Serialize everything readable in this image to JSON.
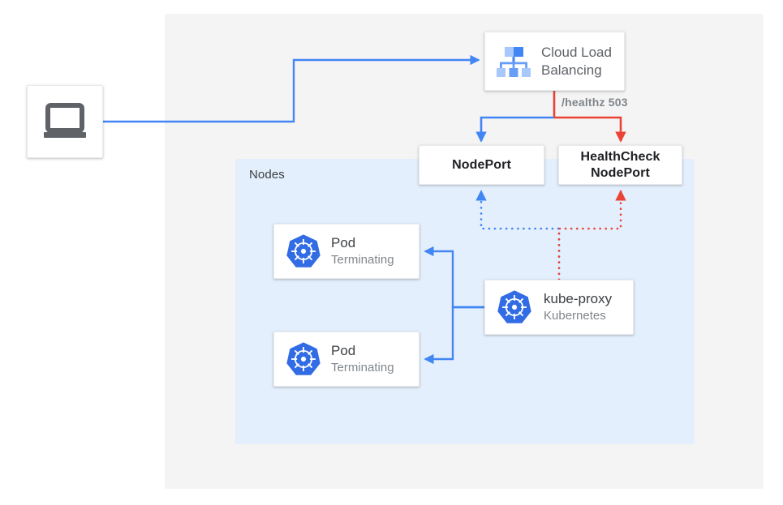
{
  "diagram": {
    "title": "Kubernetes NodePort health check with terminating pods",
    "regions": {
      "outer": {
        "name": "cloud-region"
      },
      "nodes": {
        "label": "Nodes"
      }
    },
    "colors": {
      "blue": "#4285f4",
      "red": "#ea4335",
      "k8s_blue": "#326ce5",
      "panel_gray": "#f4f4f4",
      "panel_blue": "#e3effc",
      "text_dark": "#3c4043",
      "text_muted": "#80868b"
    },
    "nodes": {
      "client": {
        "icon": "laptop-icon"
      },
      "cloud_load_balancing": {
        "label": "Cloud Load\nBalancing",
        "label_line1": "Cloud Load",
        "label_line2": "Balancing",
        "icon": "cloud-load-balancing-icon"
      },
      "nodeport": {
        "label": "NodePort"
      },
      "healthcheck_nodeport": {
        "label": "HealthCheck\nNodePort",
        "label_line1": "HealthCheck",
        "label_line2": "NodePort"
      },
      "pod_1": {
        "title": "Pod",
        "subtitle": "Terminating",
        "icon": "kubernetes-icon"
      },
      "pod_2": {
        "title": "Pod",
        "subtitle": "Terminating",
        "icon": "kubernetes-icon"
      },
      "kube_proxy": {
        "title": "kube-proxy",
        "subtitle": "Kubernetes",
        "icon": "kubernetes-icon"
      }
    },
    "edges": {
      "healthz": {
        "label": "/healthz 503",
        "color": "#ea4335",
        "style": "solid"
      },
      "client_to_lb": {
        "color": "#4285f4",
        "style": "solid"
      },
      "lb_to_nodeport": {
        "color": "#4285f4",
        "style": "solid"
      },
      "lb_to_healthcheck": {
        "color": "#ea4335",
        "style": "solid"
      },
      "kubeproxy_to_nodeport": {
        "color": "#4285f4",
        "style": "dotted"
      },
      "kubeproxy_to_healthcheck": {
        "color": "#ea4335",
        "style": "dotted"
      },
      "kubeproxy_to_pods": {
        "color": "#4285f4",
        "style": "solid"
      }
    }
  }
}
